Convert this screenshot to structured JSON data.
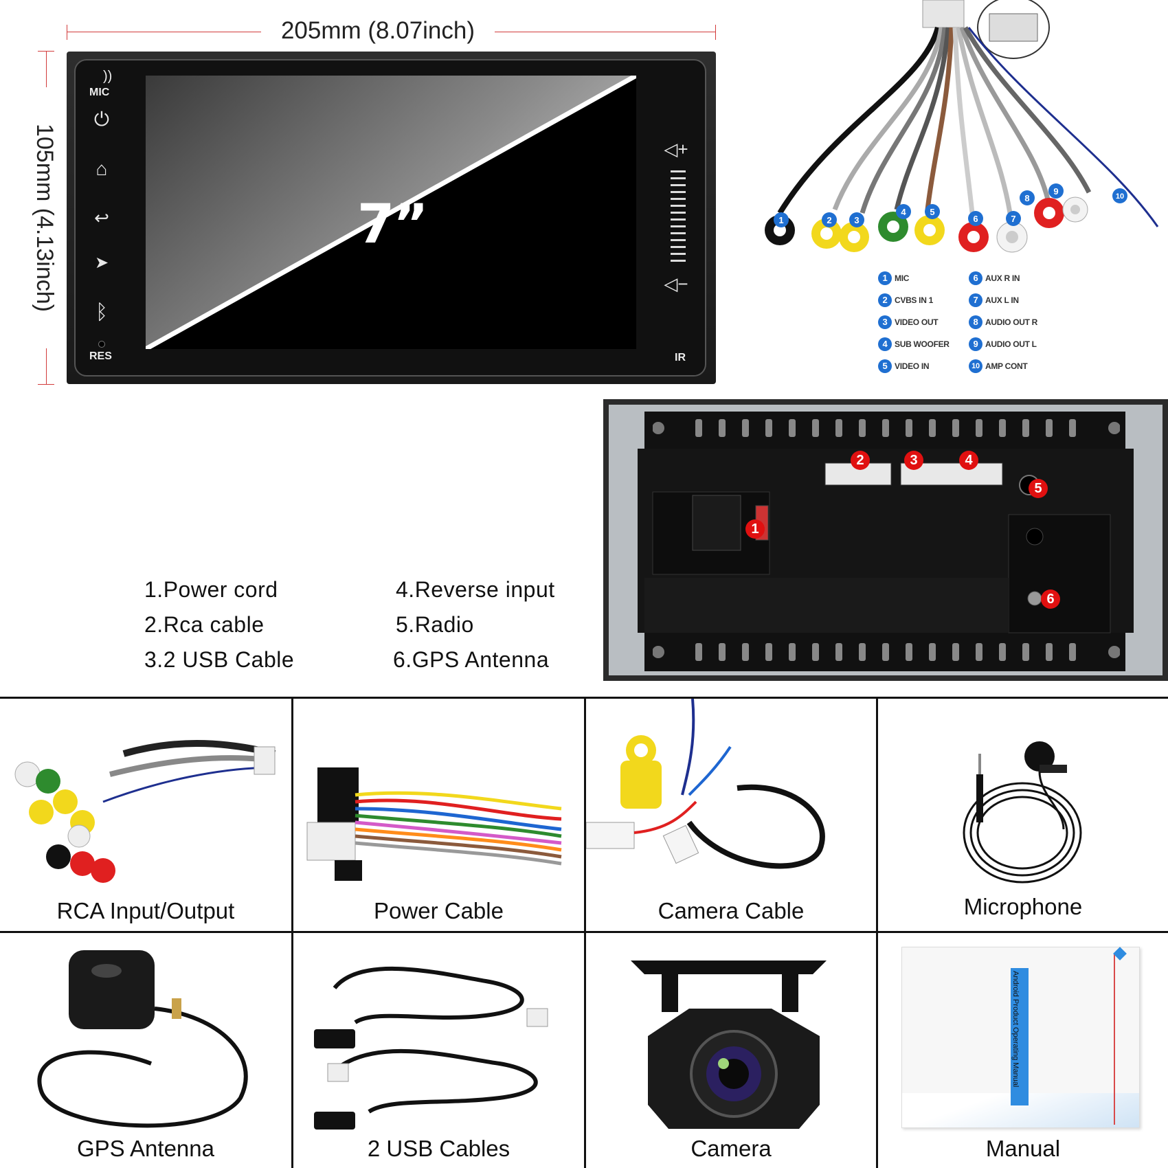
{
  "dimensions": {
    "width_label": "205mm (8.07inch)",
    "height_label": "105mm (4.13inch)"
  },
  "head_unit": {
    "screen_size": "7”",
    "mic_label": "MIC",
    "res_label": "RES",
    "ir_label": "IR",
    "icons": [
      "power-icon",
      "home-icon",
      "back-icon",
      "navigation-icon",
      "bluetooth-icon",
      "volume-up-icon",
      "volume-down-icon"
    ]
  },
  "harness_legend": [
    {
      "num": "1",
      "label": "MIC"
    },
    {
      "num": "2",
      "label": "CVBS IN 1"
    },
    {
      "num": "3",
      "label": "VIDEO OUT"
    },
    {
      "num": "4",
      "label": "SUB WOOFER"
    },
    {
      "num": "5",
      "label": "VIDEO IN"
    },
    {
      "num": "6",
      "label": "AUX R IN"
    },
    {
      "num": "7",
      "label": "AUX L IN"
    },
    {
      "num": "8",
      "label": "AUDIO OUT R"
    },
    {
      "num": "9",
      "label": "AUDIO OUT L"
    },
    {
      "num": "10",
      "label": "AMP CONT"
    }
  ],
  "back_panel_badges": [
    "1",
    "2",
    "3",
    "4",
    "5",
    "6"
  ],
  "ports": [
    "1.Power cord",
    "2.Rca cable",
    "3.2 USB Cable",
    "4.Reverse input",
    "5.Radio",
    "6.GPS Antenna"
  ],
  "accessories": [
    "RCA Input/Output",
    "Power Cable",
    "Camera Cable",
    "Microphone",
    "GPS Antenna",
    "2 USB Cables",
    "Camera",
    "Manual"
  ],
  "manual_cover_text": "Android Product Operating Manual",
  "colors": {
    "dimension_line": "#d23a3a",
    "badge_red": "#e01010",
    "legend_blue": "#1f6fd1"
  }
}
